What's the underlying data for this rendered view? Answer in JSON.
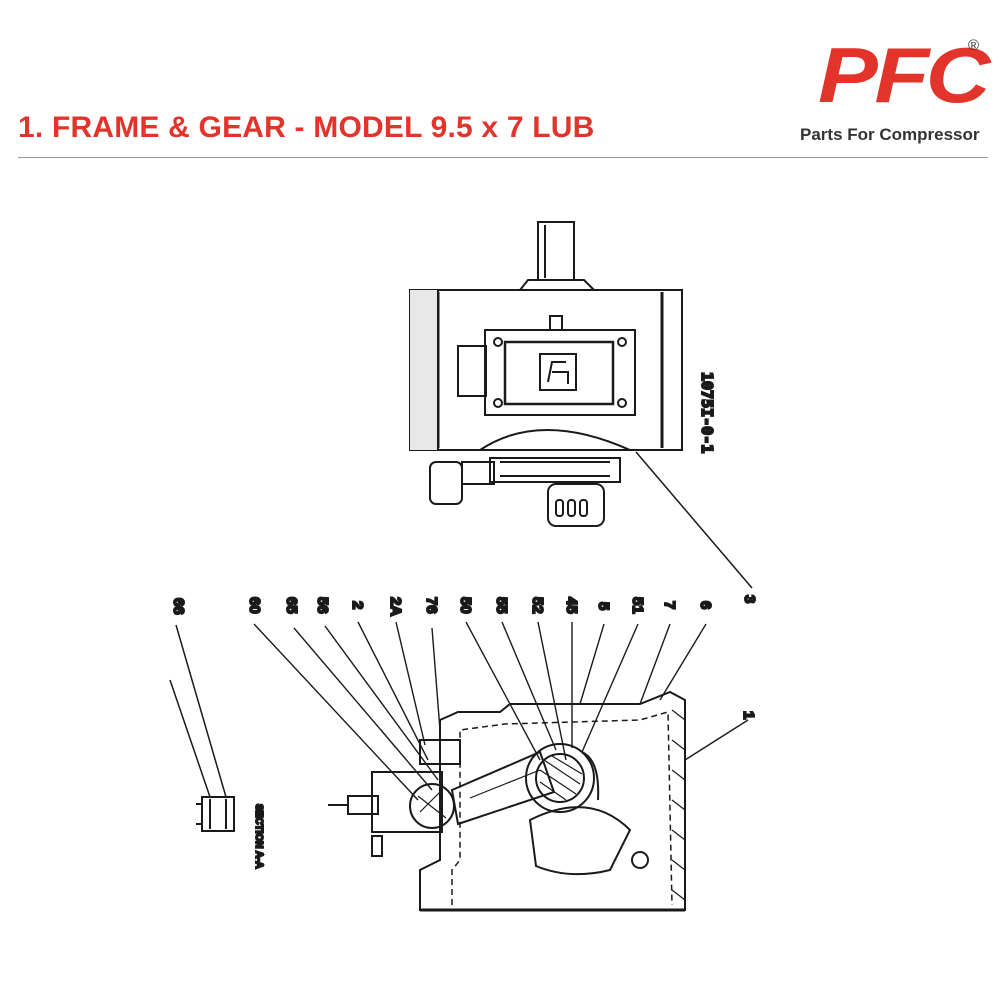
{
  "header": {
    "title": "1. FRAME & GEAR - MODEL 9.5 x 7 LUB"
  },
  "logo": {
    "brand": "PFC",
    "registered_mark": "®",
    "tagline": "Parts For Compressor",
    "brand_color": "#e3342b"
  },
  "diagram": {
    "drawing_number": "1075I-0-1",
    "section_label": "SECTION A-A",
    "callouts": [
      "66",
      "60",
      "65",
      "56",
      "2",
      "2A",
      "76",
      "50",
      "55",
      "52",
      "45",
      "5",
      "51",
      "7",
      "6",
      "3",
      "1"
    ]
  }
}
